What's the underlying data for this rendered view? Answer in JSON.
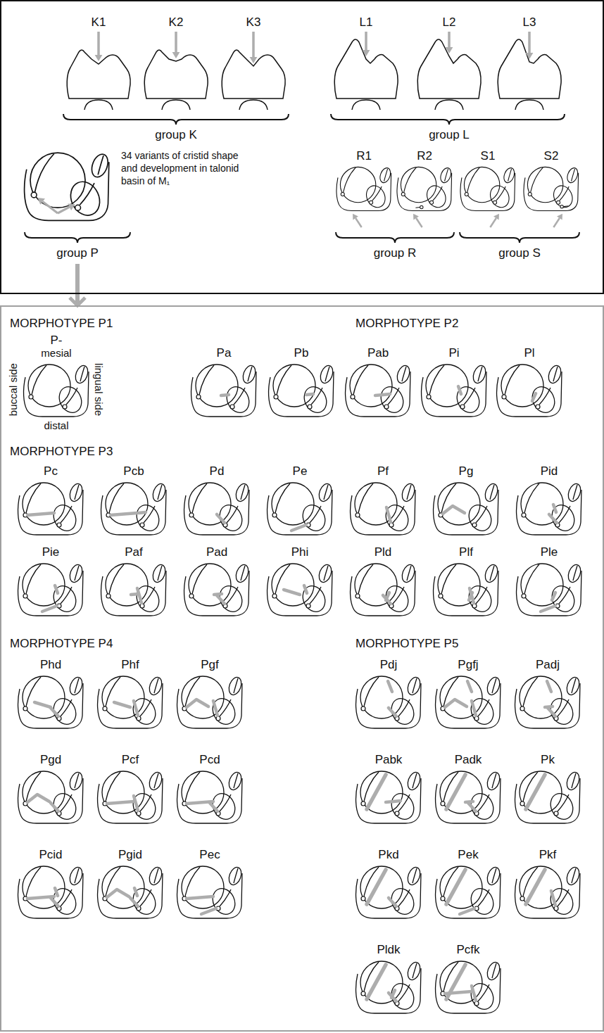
{
  "diagram": {
    "nodes": [
      {
        "text": [
          "group K",
          "group L",
          "group P",
          "group R",
          "group S"
        ]
      },
      {
        "text": [
          "K1"
        ],
        "in": 0
      },
      {
        "text": [
          "K2"
        ],
        "in": 0
      },
      {
        "text": [
          "K3"
        ],
        "in": 0
      },
      {
        "text": [
          "L1"
        ],
        "in": 0
      },
      {
        "text": [
          "L2"
        ],
        "in": 0
      },
      {
        "text": [
          "L3"
        ],
        "in": 0
      },
      {
        "text": [
          "34 variants of cristid shape and development in talonid basin of M₁"
        ],
        "in": 0
      },
      {
        "text": [
          "R1"
        ],
        "in": 0
      },
      {
        "text": [
          "R2"
        ],
        "in": 0
      },
      {
        "text": [
          "S1"
        ],
        "in": 0
      },
      {
        "text": [
          "S2"
        ],
        "in": 0
      },
      {
        "text": [
          "MORPHOTYPE P1",
          "MORPHOTYPE P2",
          "MORPHOTYPE P3",
          "MORPHOTYPE P4",
          "MORPHOTYPE P5"
        ]
      },
      {
        "text": [
          "P-",
          "mesial",
          "buccal side",
          "lingual side",
          "distal"
        ],
        "in": 12
      },
      {
        "text": [
          "Pa"
        ],
        "in": 12
      },
      {
        "text": [
          "Pb"
        ],
        "in": 12
      },
      {
        "text": [
          "Pab"
        ],
        "in": 12
      },
      {
        "text": [
          "Pi"
        ],
        "in": 12
      },
      {
        "text": [
          "Pl"
        ],
        "in": 12
      },
      {
        "text": [
          "Pc"
        ],
        "in": 12
      },
      {
        "text": [
          "Pcb"
        ],
        "in": 12
      },
      {
        "text": [
          "Pd"
        ],
        "in": 12
      },
      {
        "text": [
          "Pe"
        ],
        "in": 12
      },
      {
        "text": [
          "Pf"
        ],
        "in": 12
      },
      {
        "text": [
          "Pg"
        ],
        "in": 12
      },
      {
        "text": [
          "Pid"
        ],
        "in": 12
      },
      {
        "text": [
          "Pie"
        ],
        "in": 12
      },
      {
        "text": [
          "Paf"
        ],
        "in": 12
      },
      {
        "text": [
          "Pad"
        ],
        "in": 12
      },
      {
        "text": [
          "Phi"
        ],
        "in": 12
      },
      {
        "text": [
          "Pld"
        ],
        "in": 12
      },
      {
        "text": [
          "Plf"
        ],
        "in": 12
      },
      {
        "text": [
          "Ple"
        ],
        "in": 12
      },
      {
        "text": [
          "Phd"
        ],
        "in": 12
      },
      {
        "text": [
          "Phf"
        ],
        "in": 12
      },
      {
        "text": [
          "Pgf"
        ],
        "in": 12
      },
      {
        "text": [
          "Pgd"
        ],
        "in": 12
      },
      {
        "text": [
          "Pcf"
        ],
        "in": 12
      },
      {
        "text": [
          "Pcd"
        ],
        "in": 12
      },
      {
        "text": [
          "Pcid"
        ],
        "in": 12
      },
      {
        "text": [
          "Pgid"
        ],
        "in": 12
      },
      {
        "text": [
          "Pec"
        ],
        "in": 12
      },
      {
        "text": [
          "Pdj"
        ],
        "in": 12
      },
      {
        "text": [
          "Pgfj"
        ],
        "in": 12
      },
      {
        "text": [
          "Padj"
        ],
        "in": 12
      },
      {
        "text": [
          "Pabk"
        ],
        "in": 12
      },
      {
        "text": [
          "Padk"
        ],
        "in": 12
      },
      {
        "text": [
          "Pk"
        ],
        "in": 12
      },
      {
        "text": [
          "Pkd"
        ],
        "in": 12
      },
      {
        "text": [
          "Pek"
        ],
        "in": 12
      },
      {
        "text": [
          "Pkf"
        ],
        "in": 12
      },
      {
        "text": [
          "Pldk"
        ],
        "in": 12
      },
      {
        "text": [
          "Pcfk"
        ],
        "in": 12
      }
    ],
    "edges": [
      {
        "from": 0,
        "to": 12,
        "arrow": "to"
      }
    ]
  }
}
